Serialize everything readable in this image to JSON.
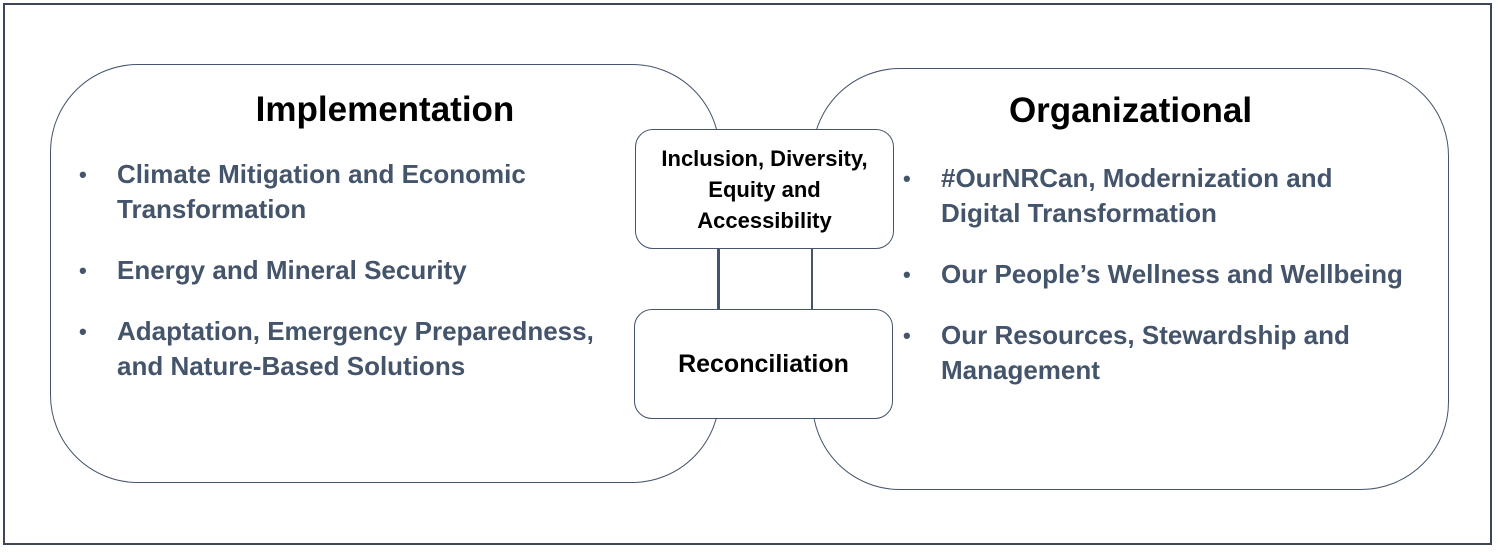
{
  "implementation": {
    "title": "Implementation",
    "items": [
      "Climate Mitigation and Economic Transformation",
      "Energy and Mineral Security",
      "Adaptation, Emergency Preparedness, and Nature-Based Solutions"
    ]
  },
  "organizational": {
    "title": "Organizational",
    "items": [
      "#OurNRCan, Modernization and Digital Transformation",
      "Our People’s Wellness and Wellbeing",
      "Our Resources, Stewardship and Management"
    ]
  },
  "center": {
    "idea_label": "Inclusion, Diversity, Equity and Accessibility",
    "reconciliation_label": "Reconciliation"
  },
  "bullet_glyph": "•",
  "colors": {
    "border": "#44546a",
    "bullet_text": "#44546a",
    "title_text": "#000000",
    "frame": "#3d4657"
  }
}
